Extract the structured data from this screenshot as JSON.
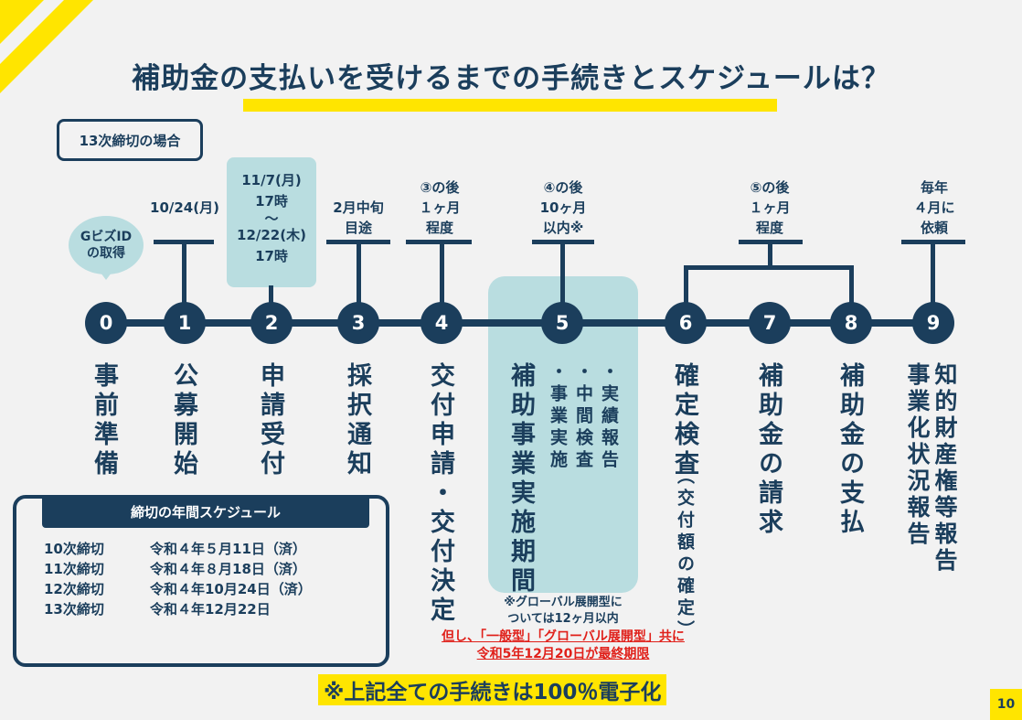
{
  "header": {
    "title": "補助金の支払いを受けるまでの手続きとスケジュールは？"
  },
  "case_label": "13次締切の場合",
  "gbiz": {
    "line1": "GビズID",
    "line2": "の取得"
  },
  "schedule": {
    "s1": "10/24(月)",
    "s2": [
      "11/7(月)",
      "17時",
      "〜",
      "12/22(木)",
      "17時"
    ],
    "s3": [
      "2月中旬",
      "目途"
    ],
    "s4": [
      "③の後",
      "１ヶ月",
      "程度"
    ],
    "s5": [
      "④の後",
      "10ヶ月",
      "以内※"
    ],
    "s67": [
      "⑤の後",
      "１ヶ月",
      "程度"
    ],
    "s9": [
      "毎年",
      "４月に",
      "依頼"
    ]
  },
  "nodes": [
    "0",
    "1",
    "2",
    "3",
    "4",
    "5",
    "6",
    "7",
    "8",
    "9"
  ],
  "steps": {
    "s0": "事前準備",
    "s1": "公募開始",
    "s2": "申請受付",
    "s3": "採択通知",
    "s4": "交付申請・交付決定",
    "s5_main": "補助事業実施期間",
    "s5_sub": [
      "・事業実施",
      "・中間検査",
      "・実績報告"
    ],
    "s6_main": "確定検査",
    "s6_sub": "（交付額の確定）",
    "s7": "補助金の請求",
    "s8": "補助金の支払",
    "s9": [
      "知的財産権等報告",
      "事業化状況報告"
    ]
  },
  "note5": [
    "※グローバル展開型に",
    "ついては12ヶ月以内"
  ],
  "red_note": [
    "但し、「一般型」「グローバル展開型」共に",
    "令和5年12月20日が最終期限"
  ],
  "deadline": {
    "heading": "締切の年間スケジュール",
    "rows": [
      {
        "label": "10次締切",
        "date": "令和４年５月11日（済）"
      },
      {
        "label": "11次締切",
        "date": "令和４年８月18日（済）"
      },
      {
        "label": "12次締切",
        "date": "令和４年10月24日（済）"
      },
      {
        "label": "13次締切",
        "date": "令和４年12月22日"
      }
    ]
  },
  "footer_note": "※上記全ての手続きは100％電子化",
  "page_number": "10",
  "colors": {
    "navy": "#1b3e5c",
    "yellow": "#ffe500",
    "teal": "#b9dde0",
    "red": "#e0201a",
    "background": "#f2f2f2"
  }
}
